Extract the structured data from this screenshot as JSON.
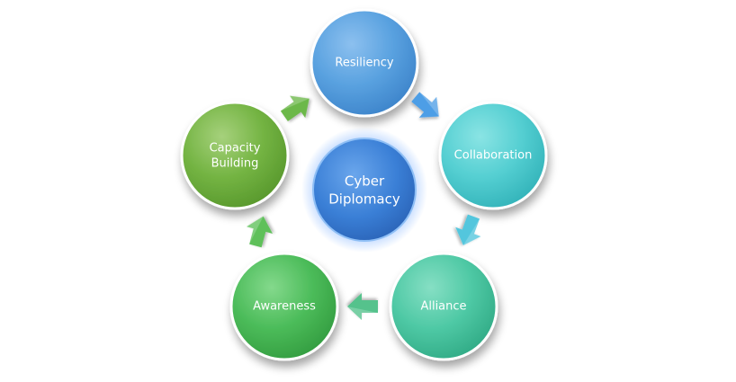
{
  "diagram": {
    "center": {
      "line1": "Cyber",
      "line2": "Diplomacy"
    },
    "nodes": {
      "resiliency": {
        "label": "Resiliency"
      },
      "collaboration": {
        "label": "Collaboration"
      },
      "alliance": {
        "label": "Alliance"
      },
      "awareness": {
        "label": "Awareness"
      },
      "capacity": {
        "line1": "Capacity",
        "line2": "Building"
      }
    }
  },
  "colors": {
    "resiliency": "#5aa2e0",
    "collaboration": "#55cfd2",
    "alliance": "#4fc9a5",
    "awareness": "#4cbc5a",
    "capacity": "#74b443",
    "center": "#3a7fd6",
    "arrow_blue": "#4d9ee6",
    "arrow_cyan": "#52c6dd",
    "arrow_green": "#54c28c",
    "arrow_lime": "#5ec05a",
    "arrow_leaf": "#6cb84a"
  }
}
